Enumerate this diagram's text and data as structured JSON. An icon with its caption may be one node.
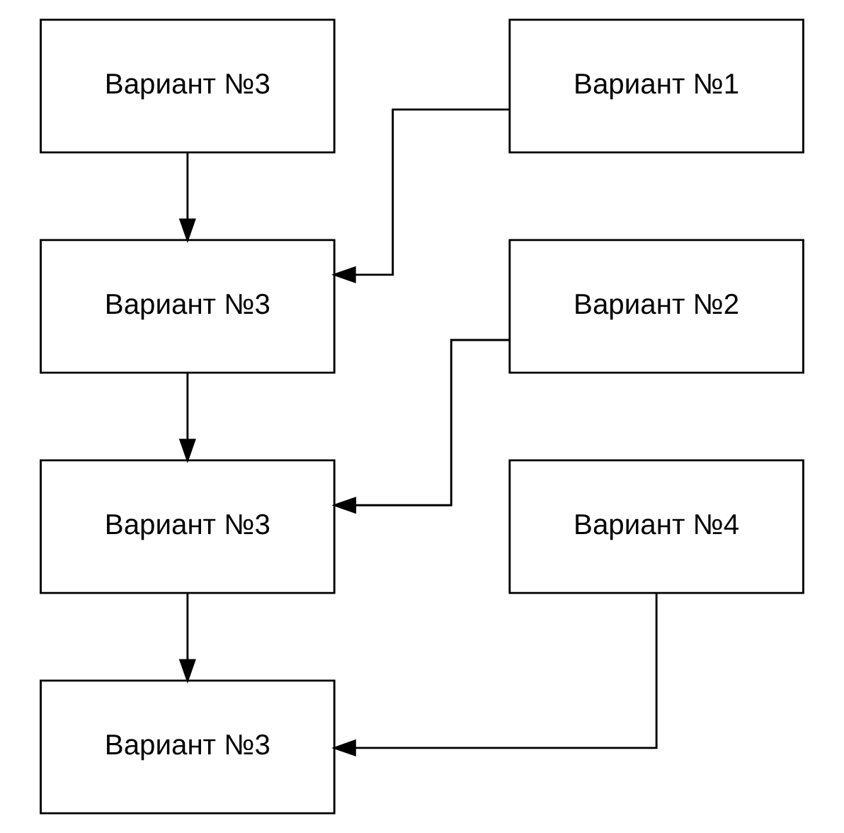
{
  "diagram": {
    "nodes": [
      {
        "text": [
          "Вариант №3"
        ]
      },
      {
        "text": [
          "Вариант №1"
        ]
      },
      {
        "text": [
          "Вариант №3"
        ]
      },
      {
        "text": [
          "Вариант №2"
        ]
      },
      {
        "text": [
          "Вариант №3"
        ]
      },
      {
        "text": [
          "Вариант №4"
        ]
      },
      {
        "text": [
          "Вариант №3"
        ]
      }
    ],
    "edges": [
      {
        "from": 0,
        "to": 2,
        "arrow": "to"
      },
      {
        "from": 1,
        "to": 2,
        "arrow": "to"
      },
      {
        "from": 2,
        "to": 4,
        "arrow": "to"
      },
      {
        "from": 3,
        "to": 4,
        "arrow": "to"
      },
      {
        "from": 4,
        "to": 6,
        "arrow": "to"
      },
      {
        "from": 5,
        "to": 6,
        "arrow": "to"
      }
    ]
  }
}
